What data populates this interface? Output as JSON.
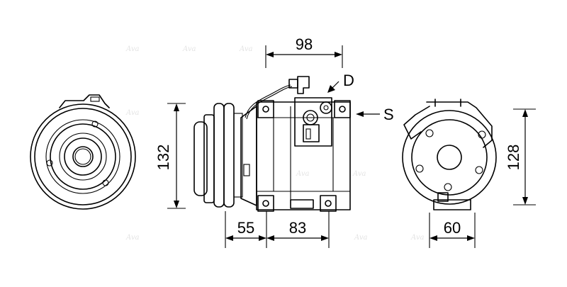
{
  "dimensions": {
    "width_top": "98",
    "height_side": "132",
    "depth_left": "55",
    "depth_right": "83",
    "height_rear": "128",
    "width_rear": "60"
  },
  "ports": {
    "discharge": "D",
    "suction": "S"
  },
  "watermark": "Ava"
}
